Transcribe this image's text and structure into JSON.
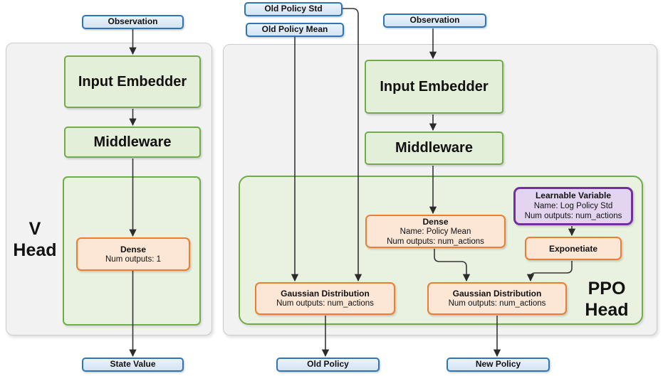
{
  "nodes": {
    "observation_left": {
      "label": "Observation"
    },
    "old_policy_std": {
      "label": "Old Policy Std"
    },
    "old_policy_mean": {
      "label": "Old Policy Mean"
    },
    "observation_right": {
      "label": "Observation"
    },
    "input_embedder_left": {
      "label": "Input Embedder"
    },
    "middleware_left": {
      "label": "Middleware"
    },
    "input_embedder_right": {
      "label": "Input Embedder"
    },
    "middleware_right": {
      "label": "Middleware"
    },
    "dense_v": {
      "title": "Dense",
      "lines": [
        "Num outputs: 1"
      ]
    },
    "dense_policy_mean": {
      "title": "Dense",
      "lines": [
        "Name: Policy Mean",
        "Num outputs: num_actions"
      ]
    },
    "learnable_variable": {
      "title": "Learnable Variable",
      "lines": [
        "Name: Log Policy Std",
        "Num outputs: num_actions"
      ]
    },
    "exponetiate": {
      "title": "Exponetiate"
    },
    "gaussian_old": {
      "title": "Gaussian Distribution",
      "lines": [
        "Num outputs: num_actions"
      ]
    },
    "gaussian_new": {
      "title": "Gaussian Distribution",
      "lines": [
        "Num outputs: num_actions"
      ]
    },
    "state_value": {
      "label": "State Value"
    },
    "old_policy": {
      "label": "Old Policy"
    },
    "new_policy": {
      "label": "New Policy"
    }
  },
  "groups": {
    "v_head": {
      "line1": "V",
      "line2": "Head"
    },
    "ppo_head": {
      "line1": "PPO",
      "line2": "Head"
    }
  },
  "colors": {
    "io_fill": "#dbe8f6",
    "io_border": "#2e75b6",
    "process_fill": "#e3efd8",
    "process_border": "#70ad47",
    "operation_fill": "#fce6d5",
    "operation_border": "#ed7d31",
    "variable_fill": "#e3d5f0",
    "variable_border": "#7030a0",
    "head_container_fill": "#e9f1e0",
    "group_fill": "#f2f2f2",
    "group_border": "#cbcbcb",
    "connector": "#363636"
  }
}
